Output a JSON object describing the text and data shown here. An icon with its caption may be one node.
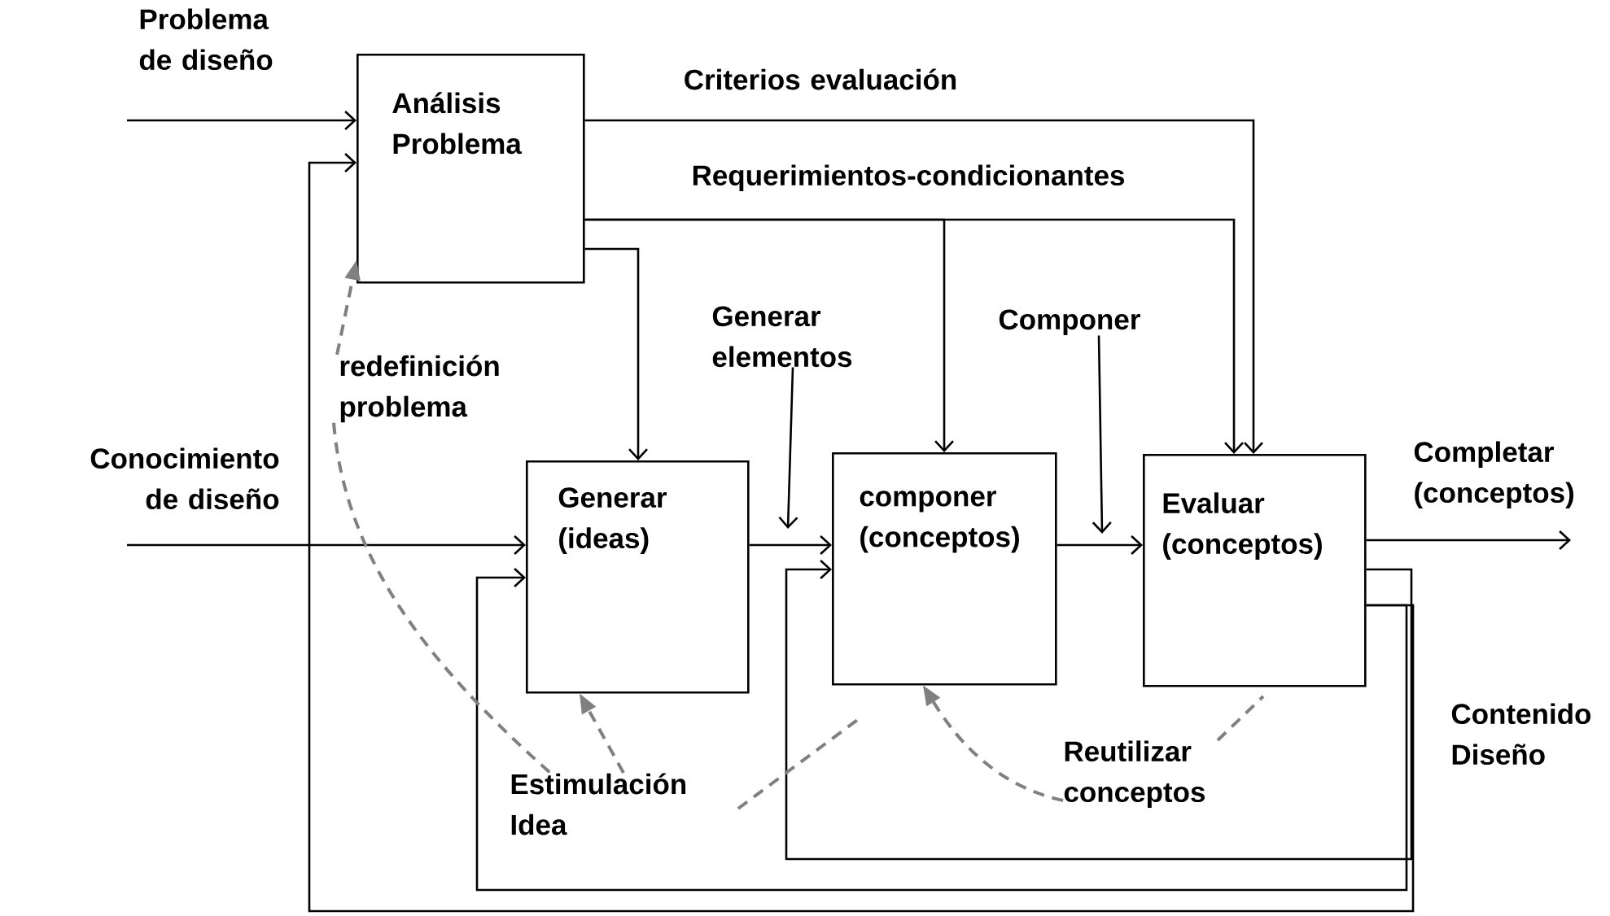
{
  "diagram": {
    "nodes": [
      {
        "text": [
          "Análisis Problema"
        ]
      },
      {
        "text": [
          "Generar (ideas)"
        ]
      },
      {
        "text": [
          "componer (conceptos)"
        ]
      },
      {
        "text": [
          "Evaluar (conceptos)"
        ]
      },
      {
        "text": [
          "redefinición problema"
        ]
      },
      {
        "text": [
          "Generar elementos"
        ]
      },
      {
        "text": [
          "Componer"
        ]
      },
      {
        "text": [
          "Estimulación Idea"
        ]
      },
      {
        "text": [
          "Reutilizar conceptos"
        ]
      }
    ],
    "edges": [
      {
        "from": null,
        "to": 0,
        "arrow": "to",
        "label": "Problema de diseño"
      },
      {
        "from": null,
        "to": 1,
        "arrow": "to",
        "label": "Conocimiento de diseño"
      },
      {
        "from": 3,
        "to": null,
        "arrow": "to",
        "label": "Completar (conceptos)"
      },
      {
        "from": 0,
        "to": 3,
        "arrow": "to",
        "label": "Criterios evaluación"
      },
      {
        "from": 0,
        "to": 2,
        "arrow": "to",
        "label": "Requerimientos-condicionantes"
      },
      {
        "from": 0,
        "to": 3,
        "arrow": "to"
      },
      {
        "from": 0,
        "to": 1,
        "arrow": "to"
      },
      {
        "from": 1,
        "to": 2,
        "arrow": "to"
      },
      {
        "from": 2,
        "to": 3,
        "arrow": "to"
      },
      {
        "from": 3,
        "to": 2,
        "arrow": "to"
      },
      {
        "from": 3,
        "to": 1,
        "arrow": "to"
      },
      {
        "from": 3,
        "to": 0,
        "arrow": "to"
      },
      {
        "from": 5,
        "to": null,
        "arrow": "to"
      },
      {
        "from": 6,
        "to": null,
        "arrow": "to"
      },
      {
        "from": 4,
        "to": 0,
        "arrow": "to",
        "style": "dashed",
        "color": "#808080"
      },
      {
        "from": 4,
        "to": 7,
        "arrow": "none",
        "style": "dashed",
        "color": "#808080"
      },
      {
        "from": 7,
        "to": 1,
        "arrow": "to",
        "style": "dashed",
        "color": "#808080"
      },
      {
        "from": 7,
        "to": 2,
        "arrow": "none",
        "style": "dashed",
        "color": "#808080"
      },
      {
        "from": 8,
        "to": 2,
        "arrow": "to",
        "style": "dashed",
        "color": "#808080"
      },
      {
        "from": 8,
        "to": 3,
        "arrow": "none",
        "style": "dashed",
        "color": "#808080"
      }
    ],
    "labels": [
      "Contenido Diseño"
    ]
  }
}
